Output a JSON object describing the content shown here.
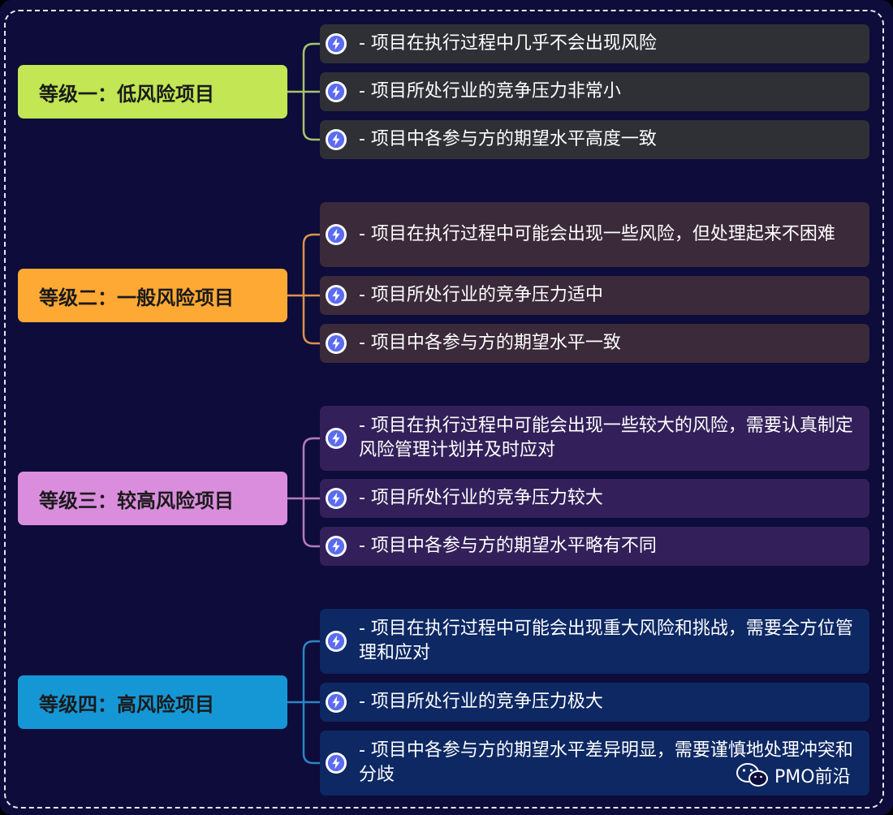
{
  "groups": [
    {
      "level": "等级一：低风险项目",
      "box_color": "#c2e654",
      "line_color": "#a7c46a",
      "item_bg": "#2e3036",
      "items": [
        "- 项目在执行过程中几乎不会出现风险",
        "- 项目所处行业的竞争压力非常小",
        "- 项目中各参与方的期望水平高度一致"
      ]
    },
    {
      "level": "等级二：一般风险项目",
      "box_color": "#ffa935",
      "line_color": "#d9944a",
      "item_bg": "#3b2a3a",
      "items": [
        "- 项目在执行过程中可能会出现一些风险，但处理起来不困难",
        "- 项目所处行业的竞争压力适中",
        "- 项目中各参与方的期望水平一致"
      ]
    },
    {
      "level": "等级三：较高风险项目",
      "box_color": "#d98ddc",
      "line_color": "#b57ac0",
      "item_bg": "#33205a",
      "items": [
        "- 项目在执行过程中可能会出现一些较大的风险，需要认真制定风险管理计划并及时应对",
        "- 项目所处行业的竞争压力较大",
        "- 项目中各参与方的期望水平略有不同"
      ]
    },
    {
      "level": "等级四：高风险项目",
      "box_color": "#1597d6",
      "line_color": "#2b86c4",
      "item_bg": "#0d2863",
      "items": [
        "- 项目在执行过程中可能会出现重大风险和挑战，需要全方位管理和应对",
        "- 项目所处行业的竞争压力极大",
        "- 项目中各参与方的期望水平差异明显，需要谨慎地处理冲突和分歧"
      ]
    }
  ],
  "watermark": "PMO前沿",
  "icons": {
    "item": "lightning-bolt-icon",
    "watermark": "wechat-icon"
  }
}
